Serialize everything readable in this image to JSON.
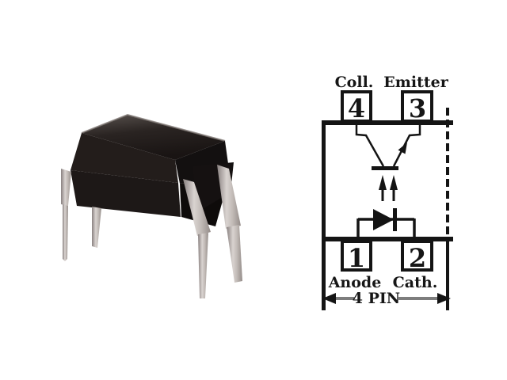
{
  "image": {
    "background_color": "#ffffff",
    "description": "Optocoupler 4-pin DIP package photo with pin configuration diagram"
  },
  "photo": {
    "component": "DIP-4 package",
    "body_color": "#1b1615",
    "top_face_color": "#453f3c",
    "lead_color": "#cfc8c4"
  },
  "diagram": {
    "ink_color": "#141414",
    "top_pins": [
      {
        "number": "4",
        "label": "Coll."
      },
      {
        "number": "3",
        "label": "Emitter"
      }
    ],
    "bottom_pins": [
      {
        "number": "1",
        "label": "Anode"
      },
      {
        "number": "2",
        "label": "Cath."
      }
    ],
    "dimension_label": "4 PIN"
  }
}
